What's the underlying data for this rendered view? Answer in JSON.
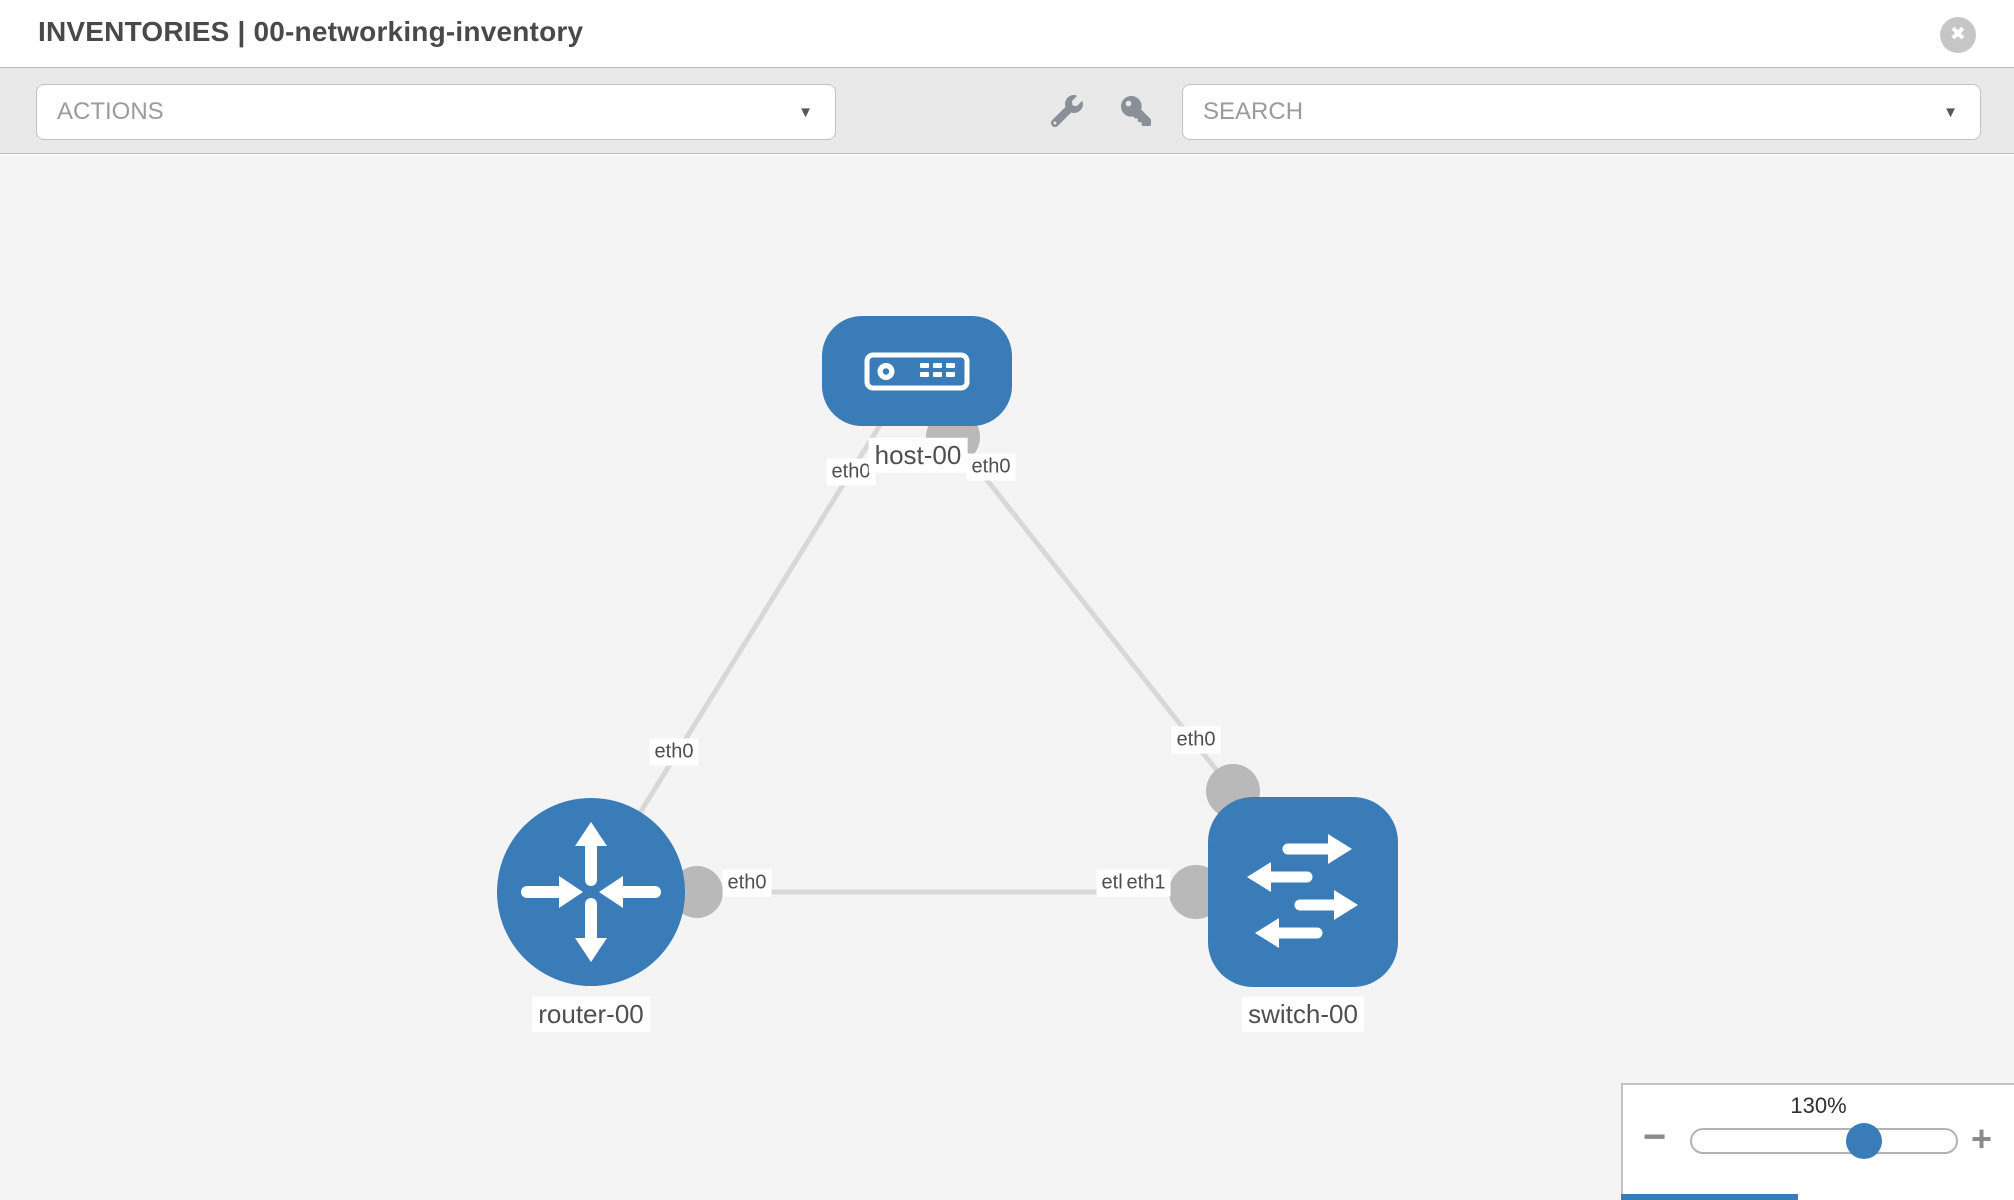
{
  "header": {
    "title": "INVENTORIES | 00-networking-inventory"
  },
  "toolbar": {
    "actions_label": "ACTIONS",
    "search_placeholder": "SEARCH",
    "tool_icons": [
      "wrench-icon",
      "key-icon"
    ]
  },
  "icons": {
    "close": "✖",
    "caret": "▼"
  },
  "diagram": {
    "nodes": [
      {
        "id": "host-00",
        "label": "host-00",
        "type": "host",
        "shape": "rounded-rect",
        "color": "#3a7cb8"
      },
      {
        "id": "router-00",
        "label": "router-00",
        "type": "router",
        "shape": "circle",
        "color": "#3a7cb8"
      },
      {
        "id": "switch-00",
        "label": "switch-00",
        "type": "switch",
        "shape": "rounded-square",
        "color": "#3a7cb8"
      }
    ],
    "links": [
      {
        "from": "host-00",
        "from_interface": "eth0",
        "to": "router-00",
        "to_interface": "eth0"
      },
      {
        "from": "host-00",
        "from_interface": "eth0",
        "to": "switch-00",
        "to_interface": "eth0"
      },
      {
        "from": "router-00",
        "from_interface": "eth0",
        "to": "switch-00",
        "to_interface": "eth1"
      }
    ],
    "interface_labels": [
      {
        "text": "eth0",
        "at": "host-00 bottom-left"
      },
      {
        "text": "eth0",
        "at": "host-00 bottom-right"
      },
      {
        "text": "eth0",
        "at": "link host-router midpoint"
      },
      {
        "text": "eth0",
        "at": "link host-switch midpoint"
      },
      {
        "text": "eth0",
        "at": "router-00 right"
      },
      {
        "text": "eth1",
        "at": "switch-00 left (underneath, partially covered)"
      },
      {
        "text": "eth1",
        "at": "switch-00 left (top label)"
      }
    ]
  },
  "zoom_control": {
    "level": "130%",
    "zoom_out_label": "−",
    "zoom_in_label": "+"
  },
  "colors": {
    "node_blue": "#3a7cb8",
    "canvas_bg": "#f4f4f4",
    "toolbar_bg": "#e9e9e9",
    "edge_gray": "#d8d8d8",
    "dot_gray": "#b9b9b9",
    "title_text": "#494949"
  }
}
